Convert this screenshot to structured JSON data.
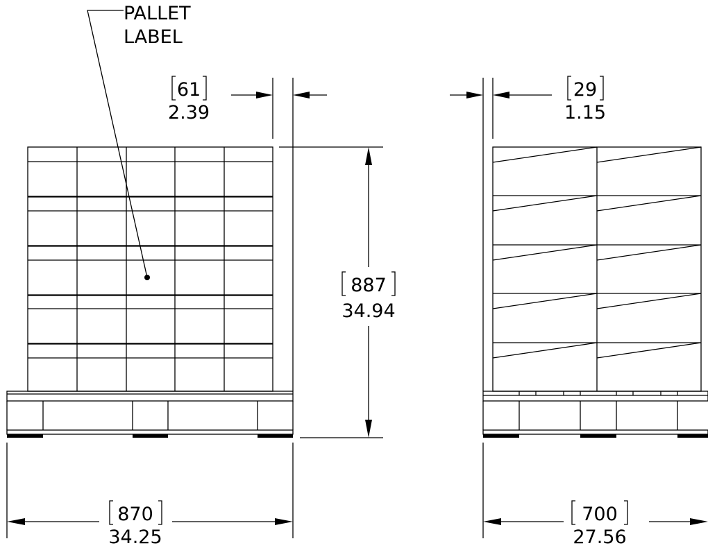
{
  "callout": {
    "line1": "PALLET",
    "line2": "LABEL"
  },
  "dimensions": {
    "front_overhang": {
      "mm": "61",
      "inch": "2.39"
    },
    "side_overhang": {
      "mm": "29",
      "inch": "1.15"
    },
    "height": {
      "mm": "887",
      "inch": "34.94"
    },
    "front_width": {
      "mm": "870",
      "inch": "34.25"
    },
    "side_width": {
      "mm": "700",
      "inch": "27.56"
    }
  },
  "colors": {
    "line": "#000000",
    "background": "#ffffff"
  }
}
